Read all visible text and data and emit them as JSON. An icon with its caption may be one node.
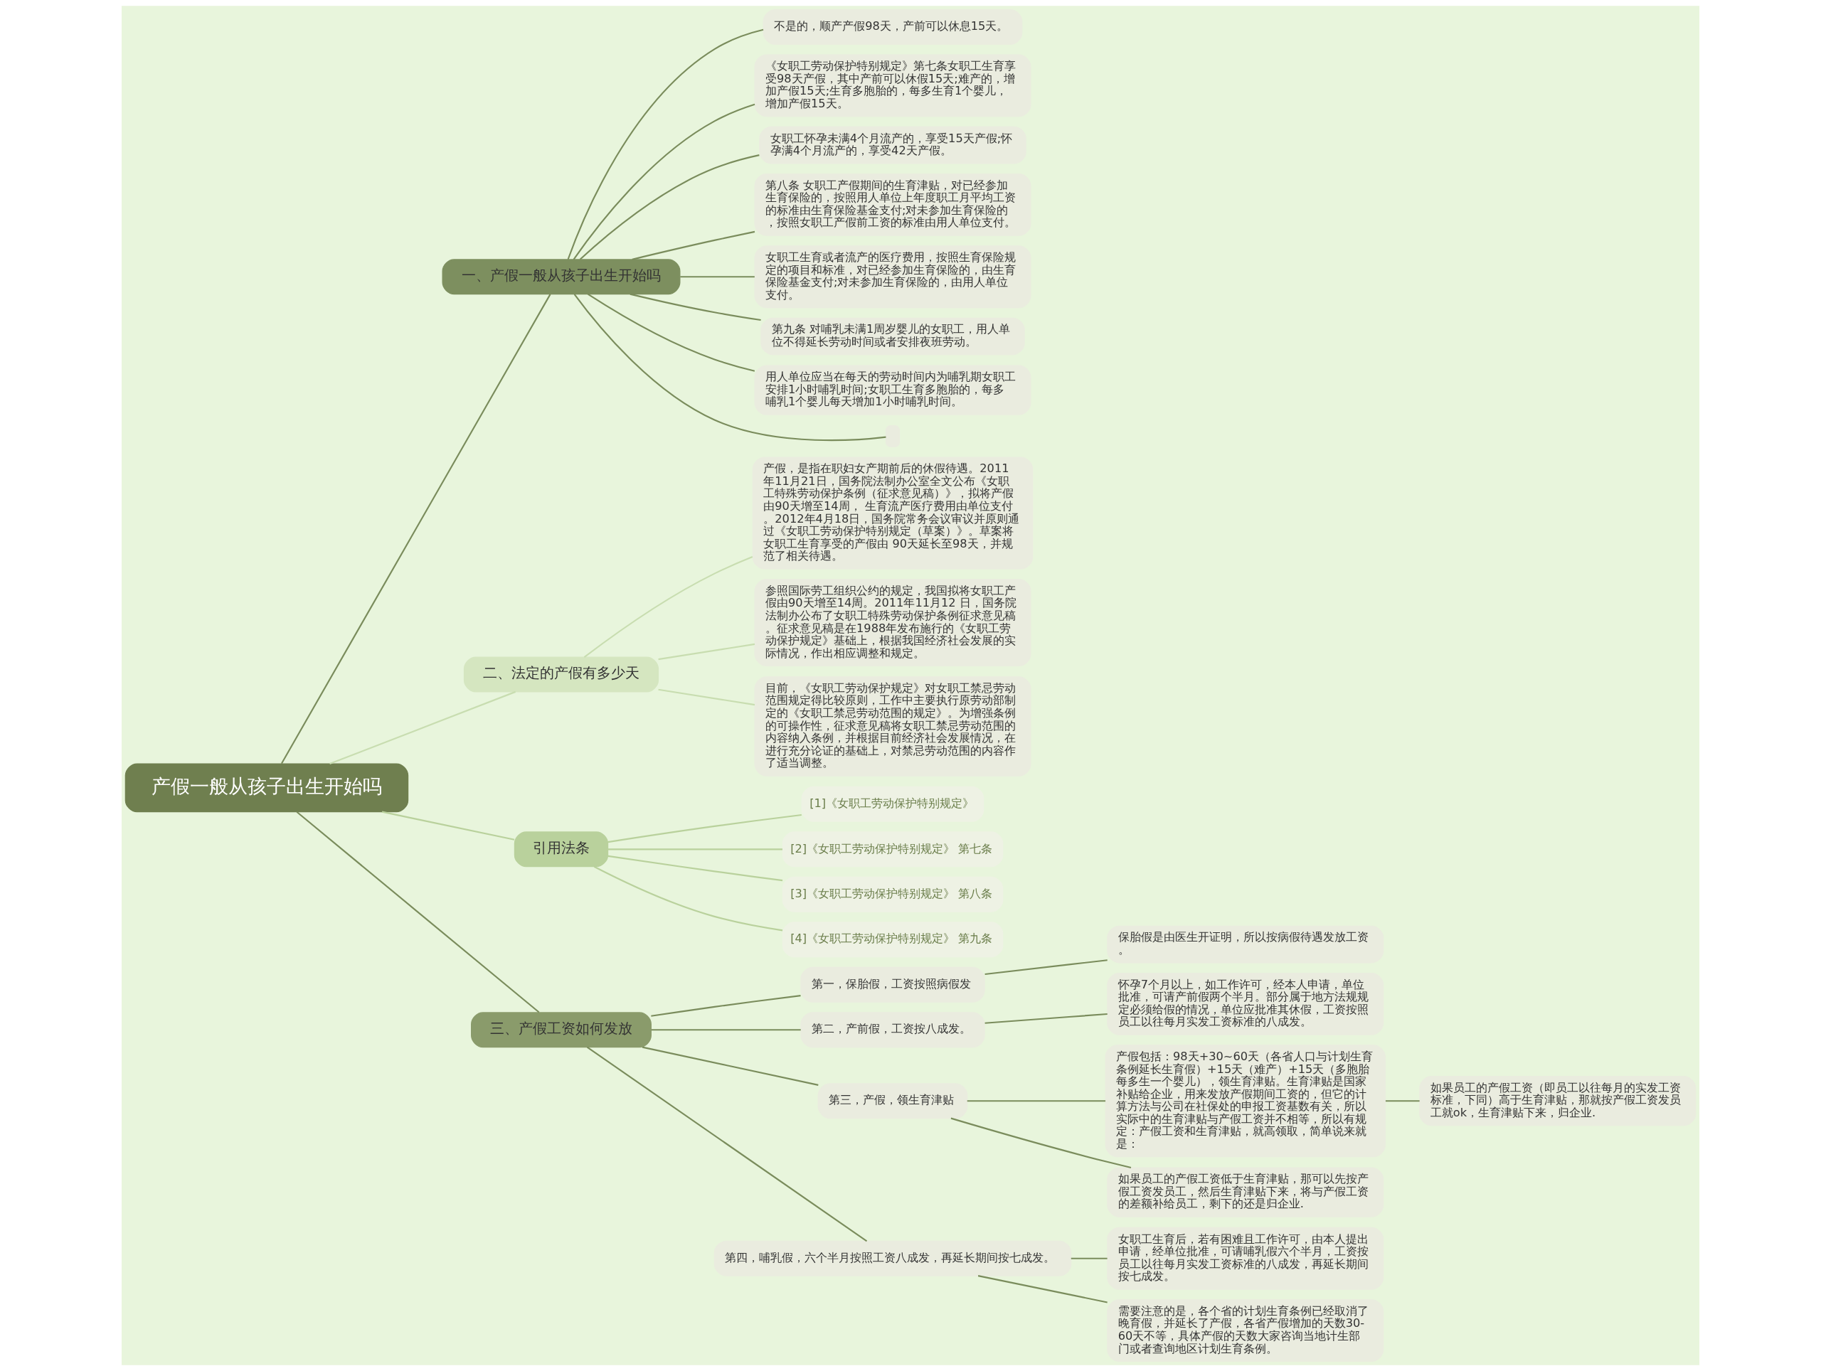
{
  "diagram": {
    "nodes": [
      {
        "text": [
          "产假一般从孩子出生开始吗"
        ]
      },
      {
        "text": [
          "一、产假一般从孩子出生开始吗"
        ]
      },
      {
        "text": [
          "不是的，顺产产假98天，产前可以休息15天。"
        ]
      },
      {
        "text": [
          "《女职工劳动保护特别规定》第七条女职工生育享受98天产假，其中产前可以休假15天;难产的，增加产假15天;生育多胞胎的，每多生育1个婴儿，增加产假15天。"
        ]
      },
      {
        "text": [
          "女职工怀孕未满4个月流产的，享受15天产假;怀孕满4个月流产的，享受42天产假。"
        ]
      },
      {
        "text": [
          "第八条 女职工产假期间的生育津贴，对已经参加生育保险的，按照用人单位上年度职工月平均工资的标准由生育保险基金支付;对未参加生育保险的，按照女职工产假前工资的标准由用人单位支付。"
        ]
      },
      {
        "text": [
          "女职工生育或者流产的医疗费用，按照生育保险规定的项目和标准，对已经参加生育保险的，由生育保险基金支付;对未参加生育保险的，由用人单位支付。"
        ]
      },
      {
        "text": [
          "第九条 对哺乳未满1周岁婴儿的女职工，用人单位不得延长劳动时间或者安排夜班劳动。"
        ]
      },
      {
        "text": [
          "用人单位应当在每天的劳动时间内为哺乳期女职工安排1小时哺乳时间;女职工生育多胞胎的，每多哺乳1个婴儿每天增加1小时哺乳时间。"
        ]
      },
      {
        "text": [],
        "shape": "box"
      },
      {
        "text": [
          "二、法定的产假有多少天"
        ]
      },
      {
        "text": [
          "产假，是指在职妇女产期前后的休假待遇。2011年11月21日，国务院法制办公室全文公布《女职工特殊劳动保护条例（征求意见稿）》，拟将产假由90天增至14周， 生育流产医疗费用由单位支付。2012年4月18日，国务院常务会议审议并原则通过《女职工劳动保护特别规定（草案）》。草案将女职工生育享受的产假由 90天延长至98天，并规范了相关待遇。"
        ]
      },
      {
        "text": [
          "参照国际劳工组织公约的规定，我国拟将女职工产假由90天增至14周。2011年11月12 日，国务院法制办公布了女职工特殊劳动保护条例征求意见稿。征求意见稿是在1988年发布施行的《女职工劳动保护规定》基础上，根据我国经济社会发展的实际情况，作出相应调整和规定。"
        ]
      },
      {
        "text": [
          "目前，《女职工劳动保护规定》对女职工禁忌劳动范围规定得比较原则，工作中主要执行原劳动部制定的《女职工禁忌劳动范围的规定》。为增强条例的可操作性，征求意见稿将女职工禁忌劳动范围的内容纳入条例，并根据目前经济社会发展情况，在进行充分论证的基础上，对禁忌劳动范围的内容作了适当调整。"
        ]
      },
      {
        "text": [
          "引用法条"
        ]
      },
      {
        "text": [
          "[1]《女职工劳动保护特别规定》"
        ]
      },
      {
        "text": [
          "[2]《女职工劳动保护特别规定》 第七条"
        ]
      },
      {
        "text": [
          "[3]《女职工劳动保护特别规定》 第八条"
        ]
      },
      {
        "text": [
          "[4]《女职工劳动保护特别规定》 第九条"
        ]
      },
      {
        "text": [
          "三、产假工资如何发放"
        ]
      },
      {
        "text": [
          "第一，保胎假，工资按照病假发"
        ]
      },
      {
        "text": [
          "保胎假是由医生开证明，所以按病假待遇发放工资。"
        ]
      },
      {
        "text": [
          "第二，产前假，工资按八成发。"
        ]
      },
      {
        "text": [
          "怀孕7个月以上，如工作许可，经本人申请，单位批准，可请产前假两个半月。部分属于地方法规规定必须给假的情况，单位应批准其休假，工资按照员工以往每月实发工资标准的八成发。"
        ]
      },
      {
        "text": [
          "第三，产假，领生育津贴"
        ]
      },
      {
        "text": [
          "产假包括：98天+30~60天（各省人口与计划生育条例延长生育假）+15天（难产）+15天（多胞胎每多生一个婴儿），领生育津贴。生育津贴是国家补贴给企业，用来发放产假期间工资的，但它的计算方法与公司在社保处的申报工资基数有关，所以实际中的生育津贴与产假工资并不相等，所以有规定：产假工资和生育津贴，就高领取，简单说来就是："
        ]
      },
      {
        "text": [
          "如果员工的产假工资（即员工以往每月的实发工资标准，下同）高于生育津贴，那就按产假工资发员工就ok，生育津贴下来，归企业."
        ]
      },
      {
        "text": [
          "如果员工的产假工资低于生育津贴，那可以先按产假工资发员工，然后生育津贴下来，将与产假工资的差额补给员工，剩下的还是归企业."
        ]
      },
      {
        "text": [
          "第四，哺乳假，六个半月按照工资八成发，再延长期间按七成发。"
        ]
      },
      {
        "text": [
          "女职工生育后，若有困难且工作许可，由本人提出申请，经单位批准，可请哺乳假六个半月，工资按员工以往每月实发工资标准的八成发，再延长期间按七成发。"
        ]
      },
      {
        "text": [
          "需要注意的是，各个省的计划生育条例已经取消了晚育假，并延长了产假，各省产假增加的天数30-60天不等，具体产假的天数大家咨询当地计生部门或者查询地区计划生育条例。"
        ]
      }
    ],
    "edges": [
      {
        "from": 0,
        "to": 1,
        "arrow": "none"
      },
      {
        "from": 1,
        "to": 2,
        "arrow": "none"
      },
      {
        "from": 1,
        "to": 3,
        "arrow": "none"
      },
      {
        "from": 1,
        "to": 4,
        "arrow": "none"
      },
      {
        "from": 1,
        "to": 5,
        "arrow": "none"
      },
      {
        "from": 1,
        "to": 6,
        "arrow": "none"
      },
      {
        "from": 1,
        "to": 7,
        "arrow": "none"
      },
      {
        "from": 1,
        "to": 8,
        "arrow": "none"
      },
      {
        "from": 1,
        "to": 9,
        "arrow": "none"
      },
      {
        "from": 0,
        "to": 10,
        "arrow": "none",
        "color": "#c8ddb0"
      },
      {
        "from": 10,
        "to": 11,
        "arrow": "none",
        "color": "#c8ddb0"
      },
      {
        "from": 10,
        "to": 12,
        "arrow": "none",
        "color": "#c8ddb0"
      },
      {
        "from": 10,
        "to": 13,
        "arrow": "none",
        "color": "#c8ddb0"
      },
      {
        "from": 0,
        "to": 14,
        "arrow": "none",
        "color": "#b9d19c"
      },
      {
        "from": 14,
        "to": 15,
        "arrow": "none",
        "color": "#b9d19c"
      },
      {
        "from": 14,
        "to": 16,
        "arrow": "none",
        "color": "#b9d19c"
      },
      {
        "from": 14,
        "to": 17,
        "arrow": "none",
        "color": "#b9d19c"
      },
      {
        "from": 14,
        "to": 18,
        "arrow": "none",
        "color": "#b9d19c"
      },
      {
        "from": 0,
        "to": 19,
        "arrow": "none"
      },
      {
        "from": 19,
        "to": 20,
        "arrow": "none"
      },
      {
        "from": 20,
        "to": 21,
        "arrow": "none"
      },
      {
        "from": 19,
        "to": 22,
        "arrow": "none"
      },
      {
        "from": 22,
        "to": 23,
        "arrow": "none"
      },
      {
        "from": 19,
        "to": 24,
        "arrow": "none"
      },
      {
        "from": 24,
        "to": 25,
        "arrow": "none"
      },
      {
        "from": 25,
        "to": 26,
        "arrow": "none"
      },
      {
        "from": 24,
        "to": 27,
        "arrow": "none"
      },
      {
        "from": 19,
        "to": 28,
        "arrow": "none"
      },
      {
        "from": 28,
        "to": 29,
        "arrow": "none"
      },
      {
        "from": 28,
        "to": 30,
        "arrow": "none"
      }
    ]
  }
}
